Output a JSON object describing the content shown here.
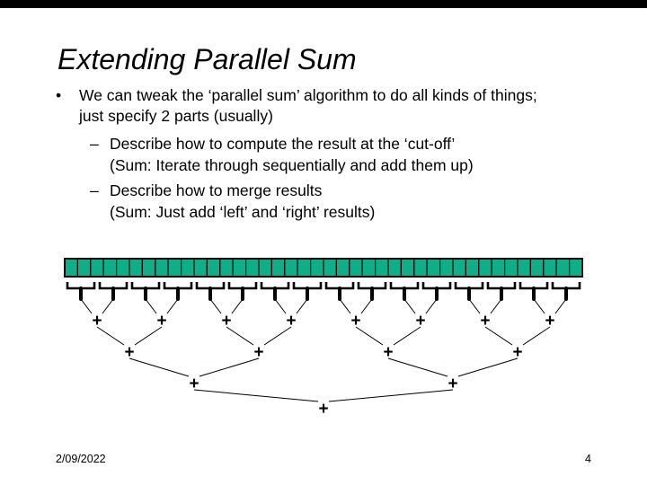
{
  "slide": {
    "title": "Extending Parallel Sum",
    "bullets": [
      {
        "marker": "•",
        "lines": [
          "We can tweak the ‘parallel sum’ algorithm to do all kinds of things;",
          "just specify 2 parts (usually)"
        ]
      },
      {
        "marker": "–",
        "lines": [
          "Describe how to compute the result at the ‘cut-off’",
          "(Sum: Iterate through sequentially and add them up)"
        ]
      },
      {
        "marker": "–",
        "lines": [
          "Describe how to merge results",
          "(Sum: Just add ‘left’ and ‘right’ results)"
        ]
      }
    ],
    "footer": {
      "date": "2/09/2022",
      "page_number": "4"
    }
  },
  "diagram": {
    "cell_count": 40,
    "group_count": 16,
    "merge_levels": 4,
    "plus_symbol": "+",
    "cell_fill": "#0fae88",
    "line_color": "#000000"
  }
}
